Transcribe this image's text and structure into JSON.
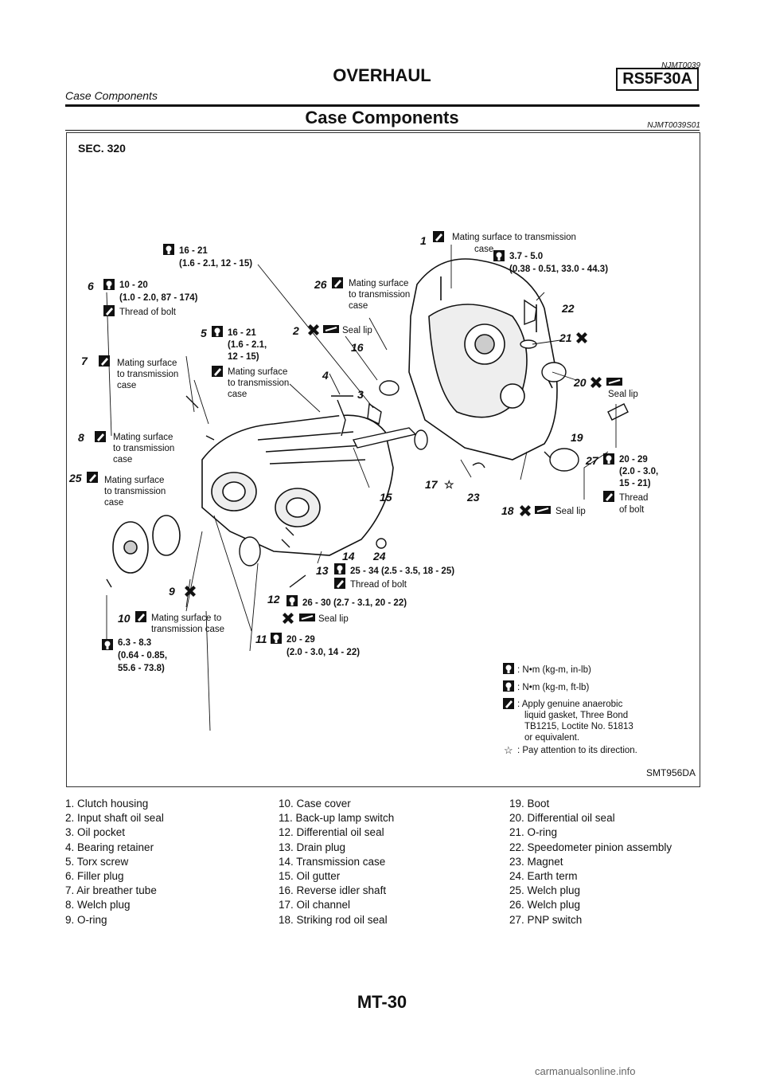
{
  "header": {
    "doc_code": "NJMT0039",
    "title": "OVERHAUL",
    "model_tag": "RS5F30A",
    "subtitle": "Case Components"
  },
  "section": {
    "title": "Case Components",
    "code": "NJMT0039S01"
  },
  "figure": {
    "sec": "SEC. 320",
    "figure_id": "SMT956DA",
    "callouts": {
      "c1a": "Mating surface to transmission",
      "c1b": "case",
      "t1a": "3.7 - 5.0",
      "t1b": "(0.38 - 0.51, 33.0 - 44.3)",
      "c26a": "Mating surface",
      "c26b": "to transmission",
      "c26c": "case",
      "t_top_a": "16 - 21",
      "t_top_b": "(1.6 - 2.1, 12 - 15)",
      "t6a": "10 - 20",
      "t6b": "(1.0 - 2.0, 87 - 174)",
      "thread_bolt": "Thread of bolt",
      "t5a": "16 - 21",
      "t5b": "(1.6 - 2.1,",
      "t5c": "12 - 15)",
      "c5a": "Mating surface",
      "c5b": "to transmission",
      "c5c": "case",
      "seal_lip": "Seal lip",
      "c7a": "Mating surface",
      "c7b": "to transmission",
      "c7c": "case",
      "c8a": "Mating surface",
      "c8b": "to transmission",
      "c8c": "case",
      "c25a": "Mating surface",
      "c25b": "to transmission",
      "c25c": "case",
      "t27a": "20 - 29",
      "t27b": "(2.0 - 3.0,",
      "t27c": "15 - 21)",
      "thread27a": "Thread",
      "thread27b": "of bolt",
      "t13": "25 - 34 (2.5 - 3.5, 18 - 25)",
      "thread13": "Thread of bolt",
      "t_mid": "26 - 30 (2.7 - 3.1, 20 - 22)",
      "c10a": "Mating surface to",
      "c10b": "transmission case",
      "t10a": "6.3 - 8.3",
      "t10b": "(0.64 - 0.85,",
      "t10c": "55.6 - 73.8)",
      "t11a": "20 - 29",
      "t11b": "(2.0 - 3.0, 14 - 22)"
    },
    "numbers": [
      "1",
      "2",
      "3",
      "4",
      "5",
      "6",
      "7",
      "8",
      "9",
      "10",
      "11",
      "12",
      "13",
      "14",
      "15",
      "16",
      "17",
      "18",
      "19",
      "20",
      "21",
      "22",
      "23",
      "24",
      "25",
      "26",
      "27"
    ],
    "legend": {
      "l1": ": N•m (kg-m, in-lb)",
      "l2": ": N•m (kg-m, ft-lb)",
      "l3a": ": Apply genuine anaerobic",
      "l3b": "liquid gasket, Three Bond",
      "l3c": "TB1215, Loctite No. 51813",
      "l3d": "or equivalent.",
      "l4": ": Pay attention to its direction.",
      "star": "☆"
    }
  },
  "parts": {
    "col1": [
      "1. Clutch housing",
      "2. Input shaft oil seal",
      "3. Oil pocket",
      "4. Bearing retainer",
      "5. Torx screw",
      "6. Filler plug",
      "7. Air breather tube",
      "8. Welch plug",
      "9. O-ring"
    ],
    "col2": [
      "10. Case cover",
      "11. Back-up lamp switch",
      "12. Differential oil seal",
      "13. Drain plug",
      "14. Transmission case",
      "15. Oil gutter",
      "16. Reverse idler shaft",
      "17. Oil channel",
      "18. Striking rod oil seal"
    ],
    "col3": [
      "19. Boot",
      "20. Differential oil seal",
      "21. O-ring",
      "22. Speedometer pinion assembly",
      "23. Magnet",
      "24. Earth term",
      "25. Welch plug",
      "26. Welch plug",
      "27. PNP switch"
    ]
  },
  "footer": {
    "page": "MT-30",
    "watermark": "carmanualsonline.info"
  }
}
